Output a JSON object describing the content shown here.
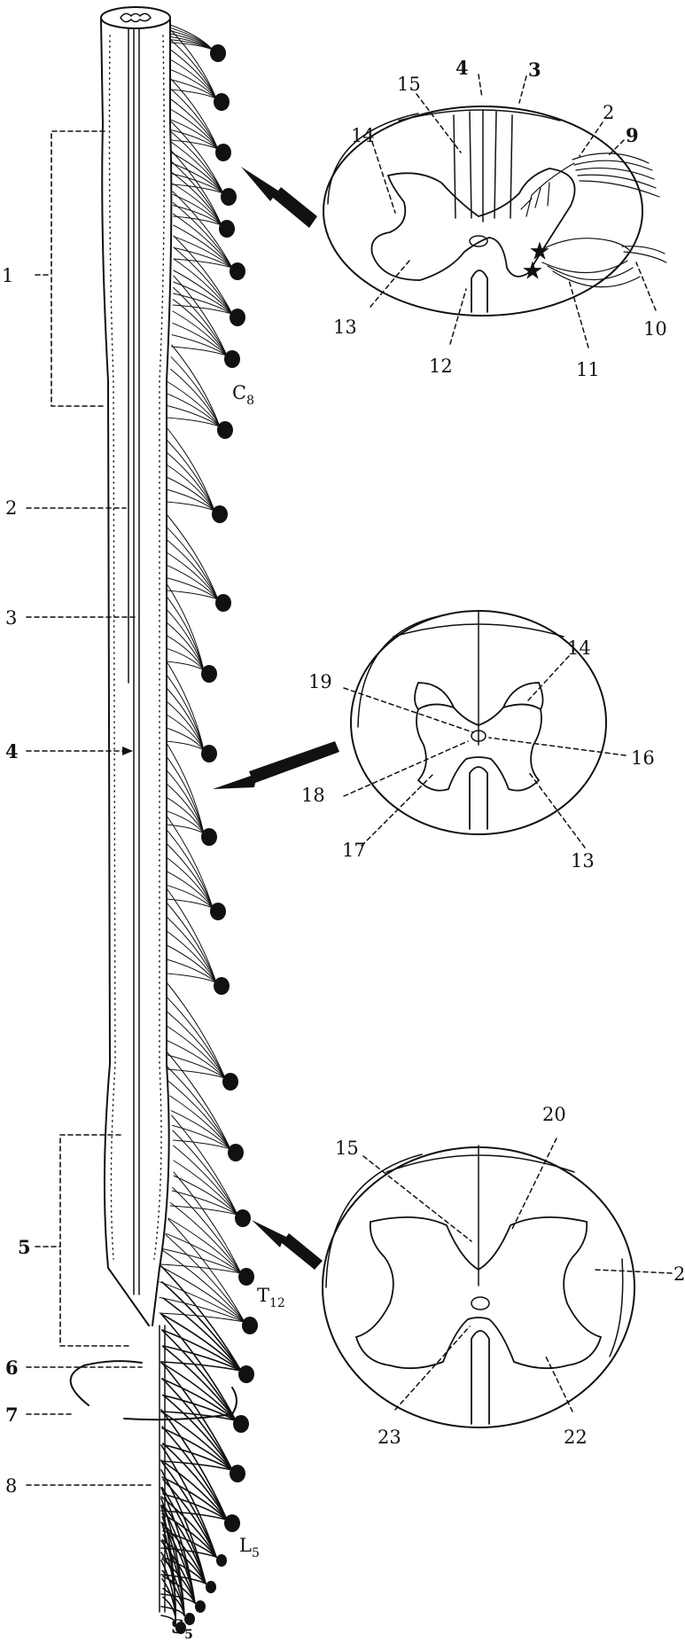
{
  "figure": {
    "palette": {
      "ink": "#111111",
      "paper": "#ffffff"
    },
    "cord_labels": [
      {
        "id": "c1",
        "text": "1"
      },
      {
        "id": "c2",
        "text": "2"
      },
      {
        "id": "c3",
        "text": "3"
      },
      {
        "id": "c4",
        "text": "4"
      },
      {
        "id": "c5",
        "text": "5"
      },
      {
        "id": "c6",
        "text": "6"
      },
      {
        "id": "c7",
        "text": "7"
      },
      {
        "id": "c8",
        "text": "8"
      }
    ],
    "segment_labels": {
      "c8": {
        "main": "C",
        "sub": "8"
      },
      "t12": {
        "main": "T",
        "sub": "12"
      },
      "l5": {
        "main": "L",
        "sub": "5"
      },
      "s5": {
        "main": "S",
        "sub": "5"
      }
    },
    "section_cervical": {
      "labels": [
        {
          "id": "s1_15",
          "text": "15"
        },
        {
          "id": "s1_4",
          "text": "4"
        },
        {
          "id": "s1_3",
          "text": "3"
        },
        {
          "id": "s1_2",
          "text": "2"
        },
        {
          "id": "s1_9",
          "text": "9"
        },
        {
          "id": "s1_14",
          "text": "14"
        },
        {
          "id": "s1_13",
          "text": "13"
        },
        {
          "id": "s1_12",
          "text": "12"
        },
        {
          "id": "s1_11",
          "text": "11"
        },
        {
          "id": "s1_10",
          "text": "10"
        }
      ]
    },
    "section_thoracic": {
      "labels": [
        {
          "id": "s2_19",
          "text": "19"
        },
        {
          "id": "s2_14",
          "text": "14"
        },
        {
          "id": "s2_16",
          "text": "16"
        },
        {
          "id": "s2_18",
          "text": "18"
        },
        {
          "id": "s2_17",
          "text": "17"
        },
        {
          "id": "s2_13",
          "text": "13"
        }
      ]
    },
    "section_lumbar": {
      "labels": [
        {
          "id": "s3_20",
          "text": "20"
        },
        {
          "id": "s3_15",
          "text": "15"
        },
        {
          "id": "s3_2",
          "text": "2"
        },
        {
          "id": "s3_23",
          "text": "23"
        },
        {
          "id": "s3_22",
          "text": "22"
        }
      ]
    }
  }
}
